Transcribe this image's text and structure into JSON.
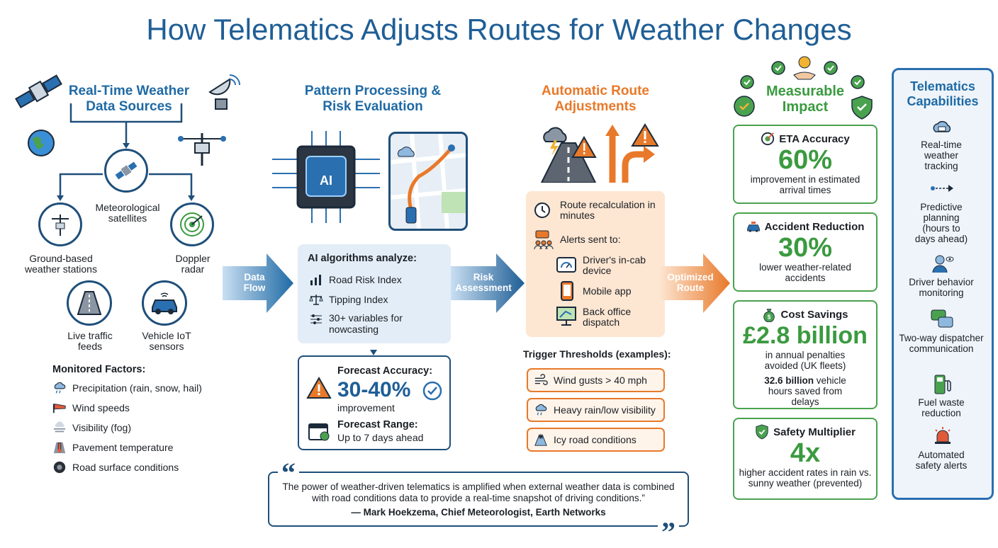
{
  "title": "How Telematics Adjusts Routes for Weather Changes",
  "sources": {
    "heading": "Real-Time Weather Data Sources",
    "satellites": "Meteorological satellites",
    "ground": "Ground-based weather stations",
    "doppler": "Doppler radar",
    "traffic": "Live traffic feeds",
    "iot": "Vehicle IoT sensors"
  },
  "monitored": {
    "heading": "Monitored Factors:",
    "items": [
      "Precipitation (rain, snow, hail)",
      "Wind speeds",
      "Visibility (fog)",
      "Pavement temperature",
      "Road surface conditions"
    ]
  },
  "arrows": {
    "data_flow": "Data Flow",
    "risk": "Risk Assessment",
    "optimized": "Optimized Route"
  },
  "processing": {
    "heading": "Pattern Processing & Risk Evaluation",
    "chip_label": "AI",
    "ai_title": "AI algorithms analyze:",
    "items": [
      "Road Risk Index",
      "Tipping Index",
      "30+ variables for nowcasting"
    ],
    "forecast_title": "Forecast Accuracy:",
    "forecast_value": "30-40%",
    "forecast_sub": "improvement",
    "range_title": "Forecast Range:",
    "range_value": "Up to 7 days ahead"
  },
  "adjust": {
    "heading": "Automatic Route Adjustments",
    "recalc": "Route recalculation in minutes",
    "alerts": "Alerts sent to:",
    "targets": [
      "Driver's in-cab device",
      "Mobile app",
      "Back office dispatch"
    ],
    "thresholds_title": "Trigger Thresholds (examples):",
    "thresholds": [
      "Wind gusts > 40 mph",
      "Heavy rain/low visibility",
      "Icy road conditions"
    ]
  },
  "impact": {
    "heading": "Measurable Impact",
    "cards": [
      {
        "title": "ETA Accuracy",
        "value": "60%",
        "sub": "improvement in estimated arrival times"
      },
      {
        "title": "Accident Reduction",
        "value": "30%",
        "sub": "lower weather-related accidents"
      },
      {
        "title": "Cost Savings",
        "value": "£2.8 billion",
        "sub": "in annual penalties avoided (UK fleets)",
        "extra_bold": "32.6 billion",
        "extra": " vehicle hours saved from delays"
      },
      {
        "title": "Safety Multiplier",
        "value": "4x",
        "sub": "higher accident rates in rain vs. sunny weather (prevented)"
      }
    ]
  },
  "capabilities": {
    "heading": "Telematics Capabilities",
    "items": [
      "Real-time weather tracking",
      "Predictive planning (hours to days ahead)",
      "Driver behavior monitoring",
      "Two-way dispatcher communication",
      "Fuel waste reduction",
      "Automated safety alerts"
    ]
  },
  "quote": {
    "text": "The power of weather-driven telematics is amplified when external weather data is combined with road conditions data to provide a real-time snapshot of driving conditions.”",
    "author": "— Mark Hoekzema, Chief Meteorologist, Earth Networks"
  },
  "colors": {
    "blue": "#1f6aa5",
    "orange": "#e8792a",
    "green": "#3a9a3f",
    "navy": "#1f4f7a"
  }
}
